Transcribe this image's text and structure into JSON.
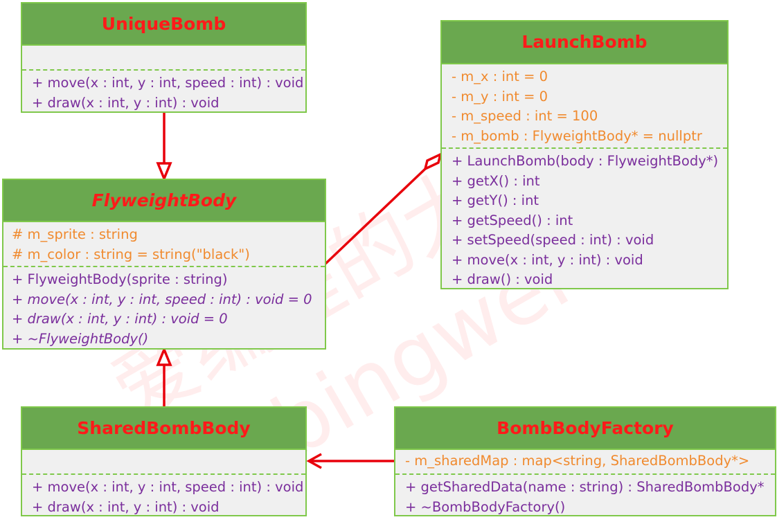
{
  "classes": {
    "unique_bomb": {
      "name": "UniqueBomb",
      "attributes": [],
      "operations": [
        "+ move(x : int, y : int, speed : int) : void",
        "+ draw(x : int, y : int) : void"
      ]
    },
    "launch_bomb": {
      "name": "LaunchBomb",
      "attributes": [
        "- m_x : int = 0",
        "- m_y : int = 0",
        "- m_speed : int = 100",
        "- m_bomb : FlyweightBody* = nullptr"
      ],
      "operations": [
        "+ LaunchBomb(body : FlyweightBody*)",
        "+ getX() : int",
        "+ getY() : int",
        "+ getSpeed() : int",
        "+ setSpeed(speed : int) : void",
        "+ move(x : int, y : int) : void",
        "+ draw() : void"
      ]
    },
    "flyweight_body": {
      "name": "FlyweightBody",
      "abstract": true,
      "attributes": [
        "# m_sprite : string",
        "# m_color : string = string(\"black\")"
      ],
      "operations": [
        "+ FlyweightBody(sprite : string)",
        "+ move(x : int, y : int, speed : int) : void = 0",
        "+ draw(x : int, y : int) : void = 0",
        "+ ~FlyweightBody()"
      ]
    },
    "shared_bomb_body": {
      "name": "SharedBombBody",
      "attributes": [],
      "operations": [
        "+ move(x : int, y : int, speed : int) : void",
        "+ draw(x : int, y : int) : void"
      ]
    },
    "bomb_body_factory": {
      "name": "BombBodyFactory",
      "attributes": [
        "- m_sharedMap : map<string, SharedBombBody*>"
      ],
      "operations": [
        "+ getSharedData(name : string) : SharedBombBody*",
        "+ ~BombBodyFactory()"
      ]
    }
  },
  "relations": [
    {
      "type": "generalization",
      "from": "UniqueBomb",
      "to": "FlyweightBody"
    },
    {
      "type": "generalization",
      "from": "SharedBombBody",
      "to": "FlyweightBody"
    },
    {
      "type": "aggregation",
      "from": "LaunchBomb",
      "to": "FlyweightBody"
    },
    {
      "type": "association",
      "from": "BombBodyFactory",
      "to": "SharedBombBody"
    }
  ],
  "watermark": {
    "line1": "爱编程的大丙",
    "line2": "subingwen.cn"
  },
  "colors": {
    "header": "#6aa84f",
    "border": "#7fc84a",
    "title": "#ff1a1a",
    "attribute": "#f08a2e",
    "operation": "#7a2e9c",
    "arrow": "#e8000b"
  }
}
